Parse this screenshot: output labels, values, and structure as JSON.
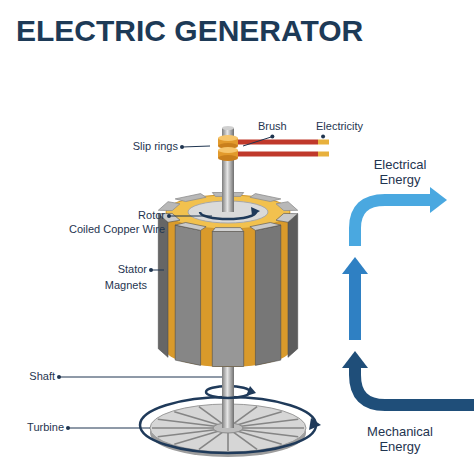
{
  "diagram": {
    "title": "ELECTRIC GENERATOR",
    "labels": [
      "Slip rings",
      "Brush",
      "Electricity",
      "Electrical Energy",
      "Rotor",
      "Coiled Copper Wire",
      "Stator",
      "Magnets",
      "Shaft",
      "Turbine",
      "Mechanical Energy"
    ]
  }
}
